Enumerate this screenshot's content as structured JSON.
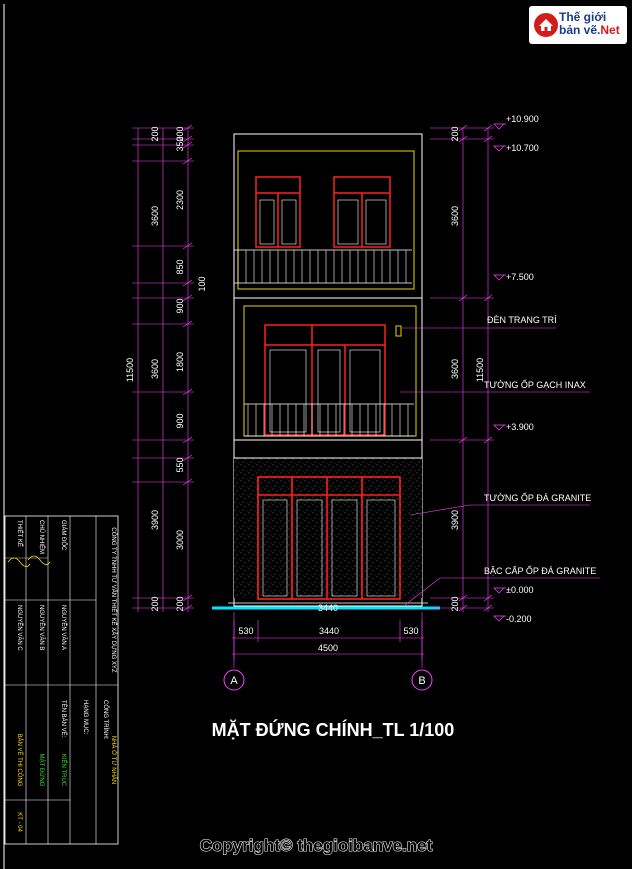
{
  "logo": {
    "line1": "Thế giới",
    "line2": "bản vẽ.",
    "net": "Net"
  },
  "title": "MẶT ĐỨNG CHÍNH_TL 1/100",
  "copyright": "Copyright© thegioibanve.net",
  "grid_axes": [
    "A",
    "B"
  ],
  "left_dims": {
    "overall": "11500",
    "floors": [
      "200",
      "3600",
      "3600",
      "3900",
      "200"
    ],
    "details": [
      "200",
      "350",
      "2300",
      "850",
      "900",
      "100",
      "1800",
      "900",
      "550",
      "3000",
      "200"
    ]
  },
  "right_dims": {
    "floors": [
      "200",
      "3600",
      "3600",
      "3900",
      "200"
    ],
    "overall": "11500"
  },
  "levels": [
    "+10.900",
    "+10.700",
    "+7.500",
    "+3.900",
    "±0.000",
    "-0.200"
  ],
  "bottom_dims": {
    "inner": "3440",
    "parts": [
      "530",
      "3440",
      "530"
    ],
    "total": "4500"
  },
  "annotations": [
    "ĐÈN TRANG TRÍ",
    "TƯỜNG ỐP GẠCH INAX",
    "TƯỜNG ỐP ĐÁ GRANITE",
    "BẬC CẤP ỐP ĐÁ GRANITE"
  ],
  "title_block": {
    "company": "CÔNG TY TNHH TƯ VẤN THIẾT KẾ XÂY DỰNG XYZ",
    "project_label": "CÔNG TRÌNH:",
    "project_name": "NHÀ Ở TƯ NHÂN",
    "category_label": "HẠNG MỤC:",
    "category_name": "KIẾN TRÚC",
    "drawing_label": "TÊN BẢN VẼ:",
    "drawing_name": "MẶT ĐỨNG",
    "roles": [
      "GIÁM ĐỐC",
      "CHỦ NHIỆM",
      "THIẾT KẾ"
    ],
    "names": [
      "NGUYỄN VĂN A",
      "NGUYỄN VĂN B",
      "NGUYỄN VĂN C"
    ],
    "sheet": "KT - 04",
    "bottom": "BẢN VẼ THI CÔNG"
  }
}
